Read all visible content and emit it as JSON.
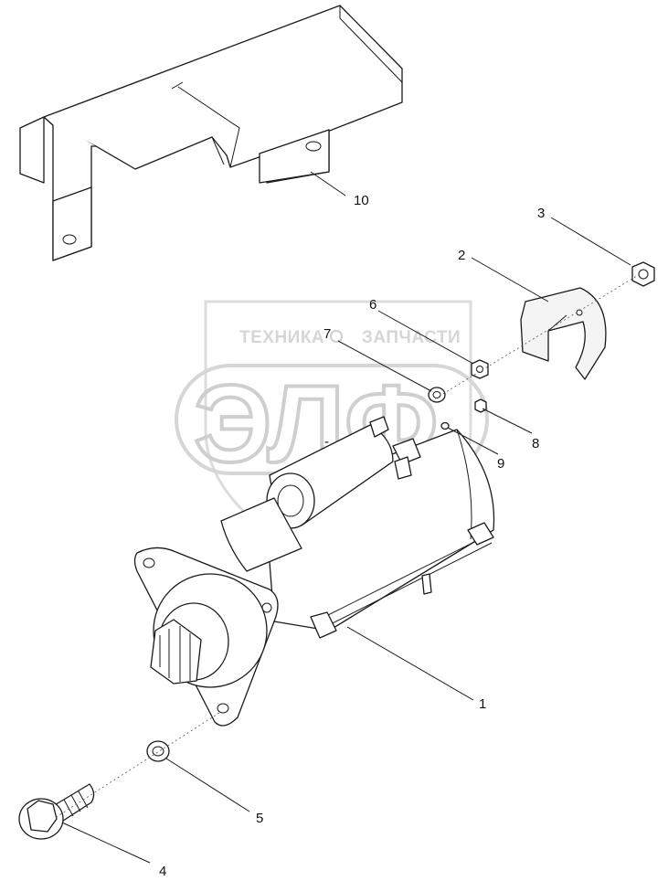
{
  "watermark": {
    "line": "ТЕХНИКА",
    "line2": "ЗАПЧАСТИ",
    "logo": "ЭЛФ"
  },
  "callouts": [
    {
      "id": "1",
      "text": "1"
    },
    {
      "id": "2",
      "text": "2"
    },
    {
      "id": "3",
      "text": "3"
    },
    {
      "id": "4",
      "text": "4"
    },
    {
      "id": "5",
      "text": "5"
    },
    {
      "id": "6",
      "text": "6"
    },
    {
      "id": "7",
      "text": "7"
    },
    {
      "id": "8",
      "text": "8"
    },
    {
      "id": "9",
      "text": "9"
    },
    {
      "id": "10",
      "text": "10"
    }
  ]
}
